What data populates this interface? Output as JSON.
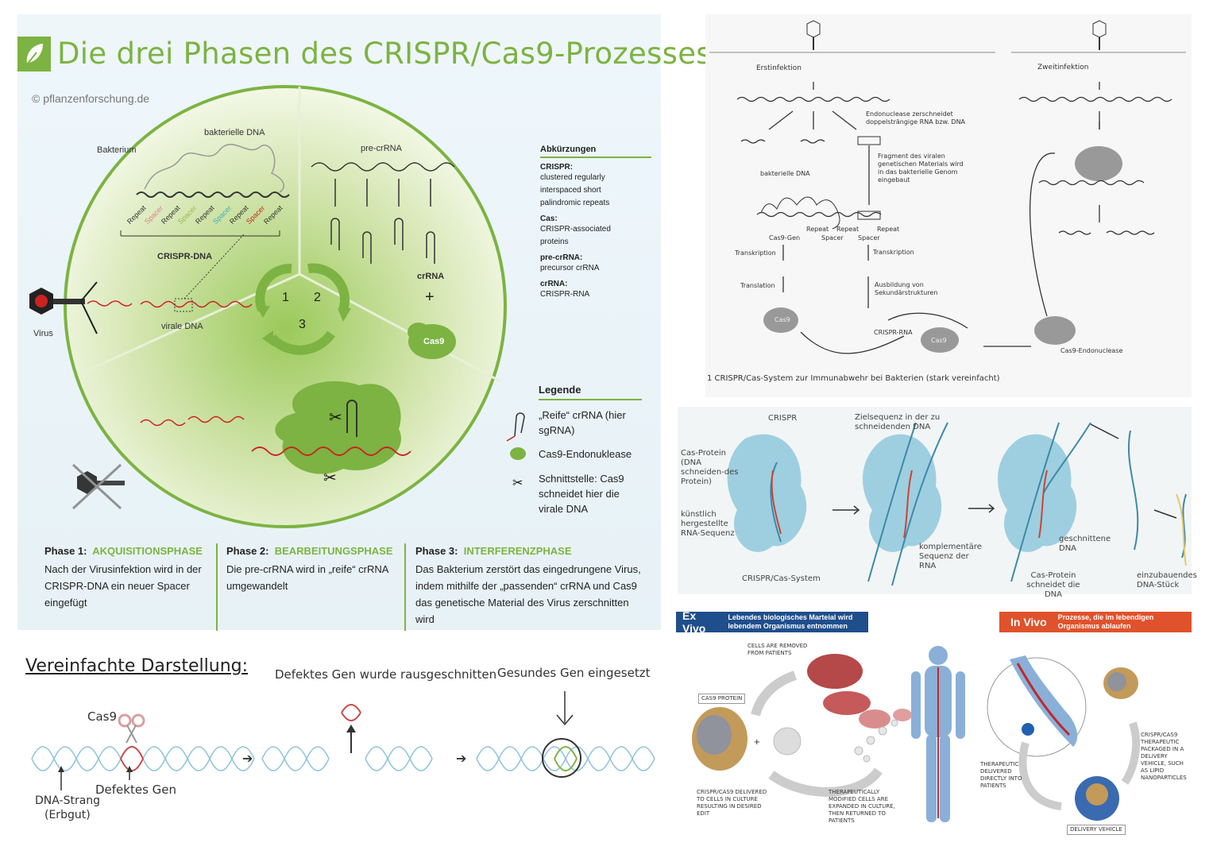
{
  "main": {
    "title": "Die drei Phasen des CRISPR/Cas9-Prozesses",
    "copyright": "© pflanzenforschung.de",
    "labels": {
      "bakterium": "Bakterium",
      "bakterielle_dna": "bakterielle DNA",
      "crispr_dna": "CRISPR-DNA",
      "virus": "Virus",
      "virale_dna": "virale DNA",
      "pre_crrna": "pre-crRNA",
      "crrna": "crRNA",
      "cas9": "Cas9",
      "plus": "+",
      "num1": "1",
      "num2": "2",
      "num3": "3",
      "repeat": "Repeat",
      "spacer": "Spacer"
    },
    "abbreviations": {
      "heading": "Abkürzungen",
      "items": [
        {
          "term": "CRISPR:",
          "lines": [
            "clustered regularly",
            "interspaced short",
            "palindromic repeats"
          ]
        },
        {
          "term": "Cas:",
          "lines": [
            "CRISPR-associated",
            "proteins"
          ]
        },
        {
          "term": "pre-crRNA:",
          "lines": [
            "precursor crRNA"
          ]
        },
        {
          "term": "crRNA:",
          "lines": [
            "CRISPR-RNA"
          ]
        }
      ]
    },
    "legend": {
      "heading": "Legende",
      "item1": "„Reife“ crRNA (hier sgRNA)",
      "item2": "Cas9-Endonuklease",
      "item3": "Schnittstelle: Cas9 schneidet hier die virale DNA"
    },
    "phases": [
      {
        "prefix": "Phase 1:",
        "name": "AKQUISITIONSPHASE",
        "text": "Nach der Virusinfektion wird in der CRISPR-DNA ein neuer Spacer eingefügt"
      },
      {
        "prefix": "Phase 2:",
        "name": "BEARBEITUNGSPHASE",
        "text": "Die pre-crRNA wird in „reife“ crRNA umgewandelt"
      },
      {
        "prefix": "Phase 3:",
        "name": "INTERFERENZPHASE",
        "text": "Das Bakterium zerstört das eingedrungene Virus, indem mithilfe der „passenden“ crRNA und Cas9 das genetische Material des Virus zerschnitten wird"
      }
    ]
  },
  "simplified": {
    "title": "Vereinfachte Darstellung:",
    "cut_label": "Defektes Gen wurde rausgeschnitten",
    "insert_label": "Gesundes Gen eingesetzt",
    "cas9": "Cas9",
    "defect_gene": "Defektes Gen",
    "dna_strand": "DNA-Strang",
    "erbgut": "(Erbgut)"
  },
  "fig1": {
    "erstinfektion": "Erstinfektion",
    "zweitinfektion": "Zweitinfektion",
    "endonuclease": "Endonuclease zerschneidet doppelsträngige RNA bzw. DNA",
    "fragment": "Fragment des viralen genetischen Materials wird in das bakterielle Genom eingebaut",
    "bakterielle_dna": "bakterielle DNA",
    "repeat": "Repeat",
    "spacer": "Spacer",
    "cas9_gen": "Cas9-Gen",
    "transkription": "Transkription",
    "translation": "Translation",
    "sekundaer": "Ausbildung von Sekundärstrukturen",
    "cas9": "Cas9",
    "crispr_rna": "CRISPR-RNA",
    "cas9_endonuclease": "Cas9-Endonuclease",
    "caption": "1 CRISPR/Cas-System zur Immunabwehr bei Bakterien (stark vereinfacht)"
  },
  "fig2": {
    "crispr": "CRISPR",
    "zielsequenz": "Zielsequenz in der zu schneidenden DNA",
    "cas_protein": "Cas-Protein (DNA schneiden-des Protein)",
    "kuenstlich": "künstlich hergestellte RNA-Sequenz",
    "system": "CRISPR/Cas-System",
    "komplementaer": "komplementäre Sequenz der RNA",
    "geschnittene": "geschnittene DNA",
    "cas_schneidet": "Cas-Protein schneidet die DNA",
    "einzubauendes": "einzubauendes DNA-Stück"
  },
  "fig3": {
    "exvivo_title": "Ex Vivo",
    "exvivo_desc": "Lebendes biologisches Marteial wird lebendem Organismus entnommen",
    "invivo_title": "In Vivo",
    "invivo_desc": "Prozesse, die im lebendigen Organismus ablaufen",
    "cells_removed": "CELLS ARE REMOVED FROM PATIENTS",
    "cas9_protein": "CAS9 PROTEIN",
    "crispr_delivered": "CRISPR/CAS9 DELIVERED TO CELLS IN CULTURE RESULTING IN DESIRED EDIT",
    "modified": "THERAPEUTICALLY MODIFIED CELLS ARE EXPANDED IN CULTURE, THEN RETURNED TO PATIENTS",
    "delivered_directly": "THERAPEUTIC DELIVERED DIRECTLY INTO PATIENTS",
    "packaged": "CRISPR/CAS9 THERAPEUTIC PACKAGED IN A DELIVERY VEHICLE, SUCH AS LIPID NANOPARTICLES",
    "delivery_vehicle": "DELIVERY VEHICLE",
    "plus": "+"
  },
  "colors": {
    "green": "#7cb342",
    "dark_green": "#5a9a2a",
    "exvivo_blue": "#1f4e8c",
    "invivo_red": "#e0522b",
    "dna_red": "#cc2222"
  }
}
